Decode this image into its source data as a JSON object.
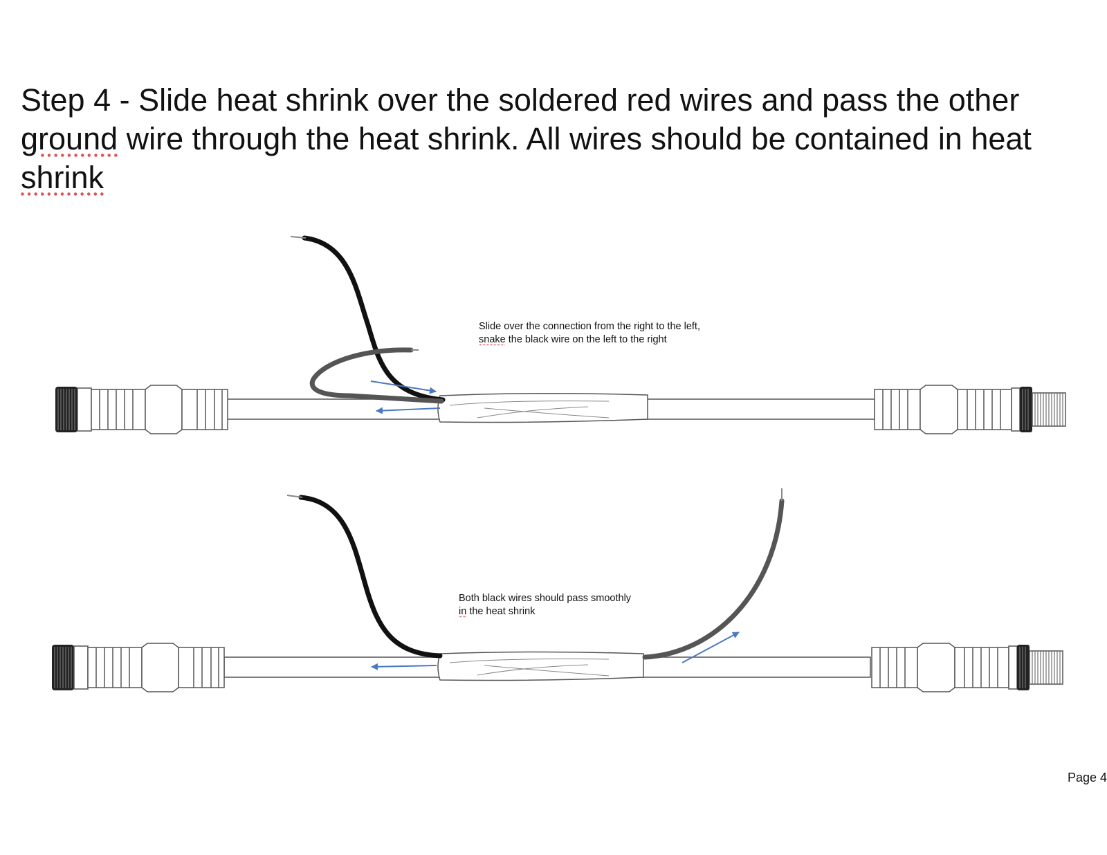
{
  "title": {
    "part1": "Step 4 - Slide heat shrink over the soldered red wires and pass the other ",
    "word_ground": "ground",
    "part2": " wire through the heat shrink. All wires should be contained in heat ",
    "word_shrink": "shrink"
  },
  "notes": {
    "note1": {
      "line1": "Slide over the connection from the right to the left,",
      "line2_start": "snake",
      "line2_rest": " the black wire on the left to the right"
    },
    "note2": {
      "line1": "Both black wires should pass smoothly",
      "line2_start": "in",
      "line2_rest": " the heat shrink"
    }
  },
  "page_label": "Page 4",
  "colors": {
    "arrow": "#4a78c2",
    "wire_black": "#111111",
    "wire_grey": "#555555",
    "outline": "#555555",
    "spellcheck": "#e05050"
  },
  "icons": [
    "cable-assembly",
    "connector-female",
    "connector-male",
    "heat-shrink-sleeve",
    "direction-arrow"
  ]
}
